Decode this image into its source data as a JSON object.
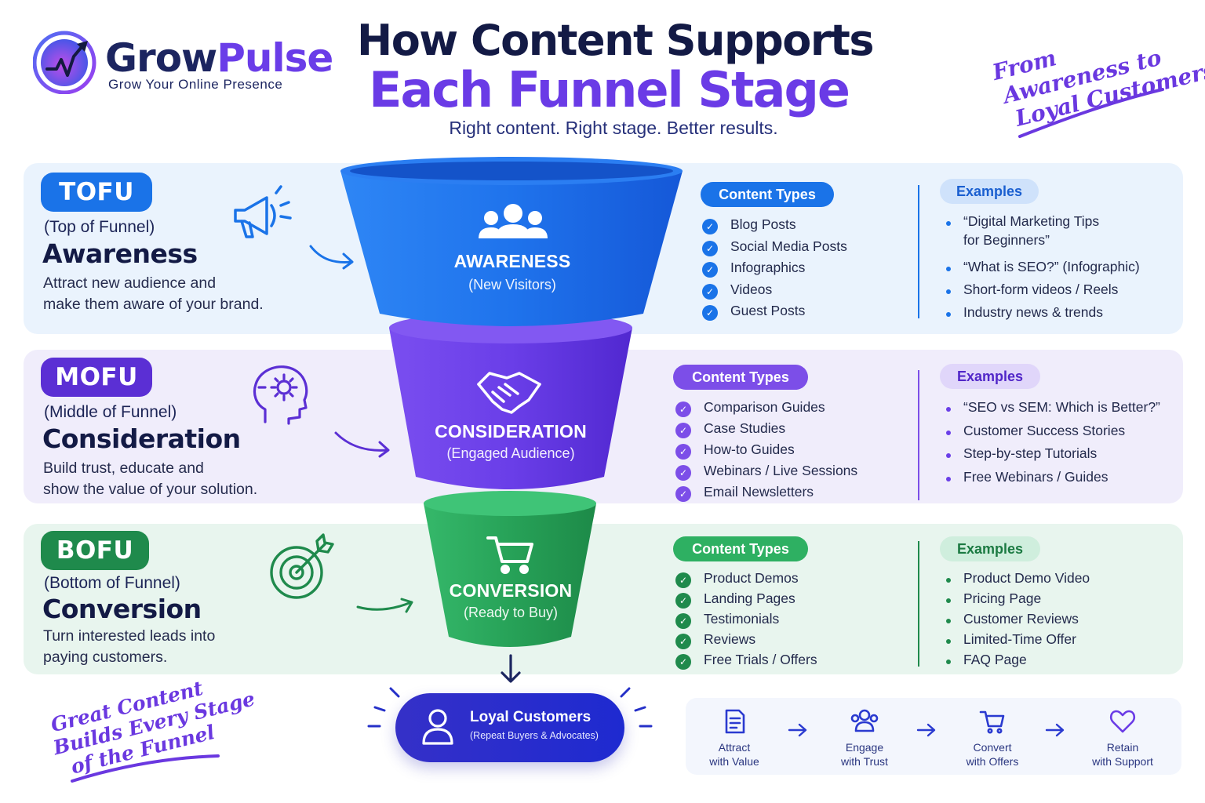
{
  "brand": {
    "name_part1": "Grow",
    "name_part2": "Pulse",
    "tagline": "Grow Your Online Presence"
  },
  "header": {
    "title_line1": "How Content Supports",
    "title_line2": "Each Funnel Stage",
    "subtitle": "Right content. Right stage. Better results."
  },
  "top_note": {
    "line1": "From",
    "line2": "Awareness to",
    "line3": "Loyal Customers"
  },
  "stages": [
    {
      "badge": "TOFU",
      "sub": "(Top of Funnel)",
      "name": "Awareness",
      "desc_line1": "Attract new audience and",
      "desc_line2": "make them aware of your brand.",
      "funnel_label": "AWARENESS",
      "funnel_sub": "(New Visitors)",
      "content_types_label": "Content Types",
      "content_types": [
        "Blog Posts",
        "Social Media Posts",
        "Infographics",
        "Videos",
        "Guest Posts"
      ],
      "examples_label": "Examples",
      "examples": [
        "“Digital Marketing Tips",
        "for Beginners”",
        "“What is SEO?” (Infographic)",
        "Short-form videos / Reels",
        "Industry news & trends"
      ],
      "icon": "megaphone-icon"
    },
    {
      "badge": "MOFU",
      "sub": "(Middle of Funnel)",
      "name": "Consideration",
      "desc_line1": "Build trust, educate and",
      "desc_line2": "show the value of your solution.",
      "funnel_label": "CONSIDERATION",
      "funnel_sub": "(Engaged Audience)",
      "content_types_label": "Content Types",
      "content_types": [
        "Comparison Guides",
        "Case Studies",
        "How-to Guides",
        "Webinars / Live Sessions",
        "Email Newsletters"
      ],
      "examples_label": "Examples",
      "examples": [
        "“SEO vs SEM: Which is Better?”",
        "Customer Success Stories",
        "Step-by-step Tutorials",
        "Free Webinars / Guides"
      ],
      "icon": "head-gear-icon"
    },
    {
      "badge": "BOFU",
      "sub": "(Bottom of Funnel)",
      "name": "Conversion",
      "desc_line1": "Turn interested leads into",
      "desc_line2": "paying customers.",
      "funnel_label": "CONVERSION",
      "funnel_sub": "(Ready to Buy)",
      "content_types_label": "Content Types",
      "content_types": [
        "Product Demos",
        "Landing Pages",
        "Testimonials",
        "Reviews",
        "Free Trials / Offers"
      ],
      "examples_label": "Examples",
      "examples": [
        "Product Demo Video",
        "Pricing Page",
        "Customer Reviews",
        "Limited-Time Offer",
        "FAQ Page"
      ],
      "icon": "target-icon"
    }
  ],
  "loyal": {
    "title": "Loyal Customers",
    "sub": "(Repeat Buyers & Advocates)"
  },
  "bottom_note": {
    "line1": "Great Content",
    "line2": "Builds Every Stage",
    "line3": "of the Funnel"
  },
  "process_steps": [
    {
      "line1": "Attract",
      "line2": "with Value",
      "icon": "document-icon"
    },
    {
      "line1": "Engage",
      "line2": "with Trust",
      "icon": "users-icon"
    },
    {
      "line1": "Convert",
      "line2": "with Offers",
      "icon": "cart-icon"
    },
    {
      "line1": "Retain",
      "line2": "with Support",
      "icon": "heart-icon"
    }
  ],
  "colors": {
    "tofu": "#1a73e8",
    "mofu": "#5b2fd4",
    "bofu": "#1f8a4c",
    "accent_purple": "#6a3be6",
    "navy": "#131a45"
  }
}
